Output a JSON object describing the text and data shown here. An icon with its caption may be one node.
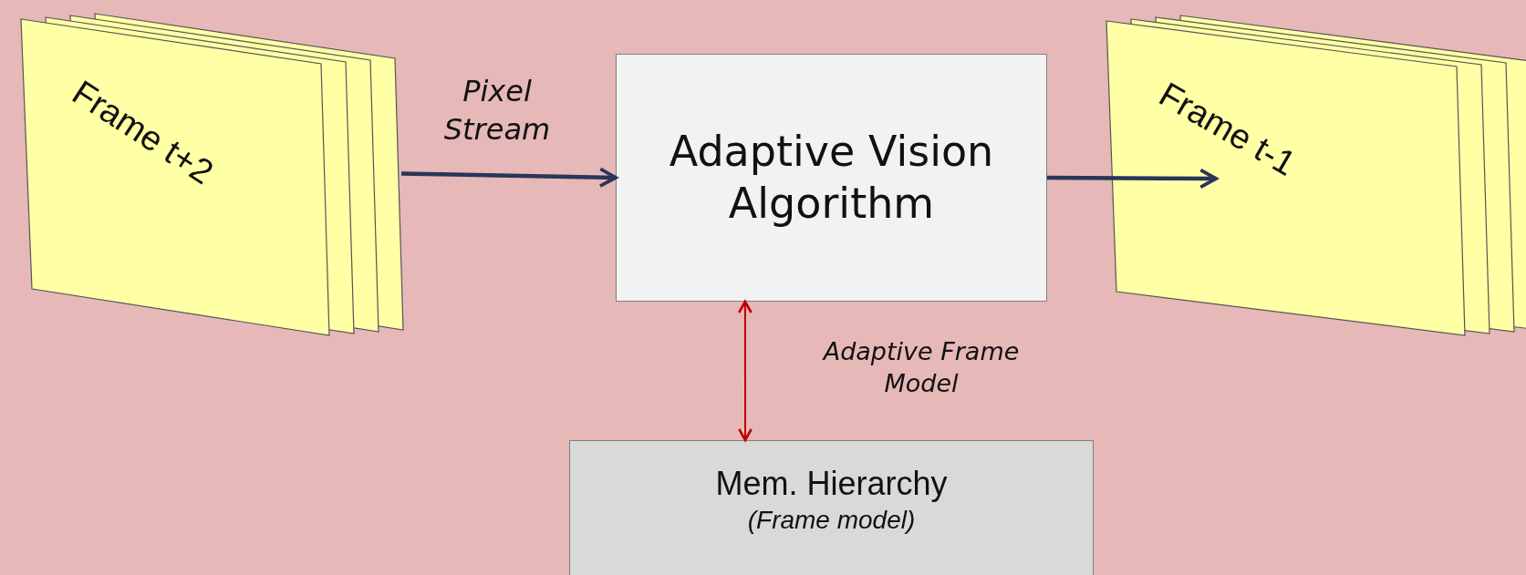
{
  "diagram": {
    "nodes": [
      {
        "text": [
          "Frame t+2"
        ]
      },
      {
        "text": [
          "Adaptive Vision Algorithm"
        ]
      },
      {
        "text": [
          "Frame t-1"
        ]
      },
      {
        "text": [
          "Mem. Hierarchy",
          "(Frame model)"
        ]
      }
    ],
    "edges": [
      {
        "from": 0,
        "to": 1,
        "arrow": "to",
        "label": "Pixel Stream"
      },
      {
        "from": 1,
        "to": 2,
        "arrow": "to"
      },
      {
        "from": 1,
        "to": 3,
        "arrow": "both",
        "color": "#c00000",
        "label": "Adaptive Frame Model"
      }
    ]
  }
}
